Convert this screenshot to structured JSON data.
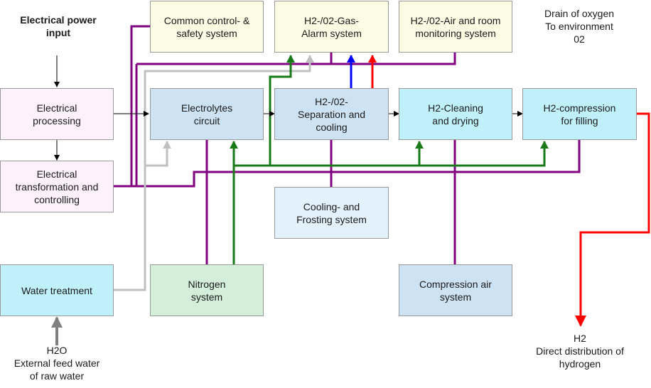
{
  "labels": {
    "power_input": "Electrical power\ninput",
    "drain": "Drain of oxygen\nTo environment\n02",
    "h2o": "H2O\nExternal feed water\nof raw water",
    "h2_out": "H2\nDirect distribution of\nhydrogen"
  },
  "boxes": {
    "control": "Common control- &\nsafety system",
    "gas_alarm": "H2-/02-Gas-\nAlarm system",
    "air_monitor": "H2-/02-Air and room\nmonitoring system",
    "el_processing": "Electrical\nprocessing",
    "electrolytes": "Electrolytes\ncircuit",
    "separation": "H2-/02-\nSeparation and\ncooling",
    "cleaning": "H2-Cleaning\nand drying",
    "compression": "H2-compression\nfor filling",
    "el_transform": "Electrical\ntransformation and\ncontrolling",
    "cooling": "Cooling- and\nFrosting system",
    "water": "Water treatment",
    "nitrogen": "Nitrogen\nsystem",
    "compressed_air": "Compression air\nsystem"
  },
  "colors": {
    "purple": "#800080",
    "green": "#177a17",
    "grey": "#c0c0c0",
    "red": "#ff0000",
    "blue": "#0000ff",
    "black": "#000000",
    "dark_grey": "#808080"
  }
}
